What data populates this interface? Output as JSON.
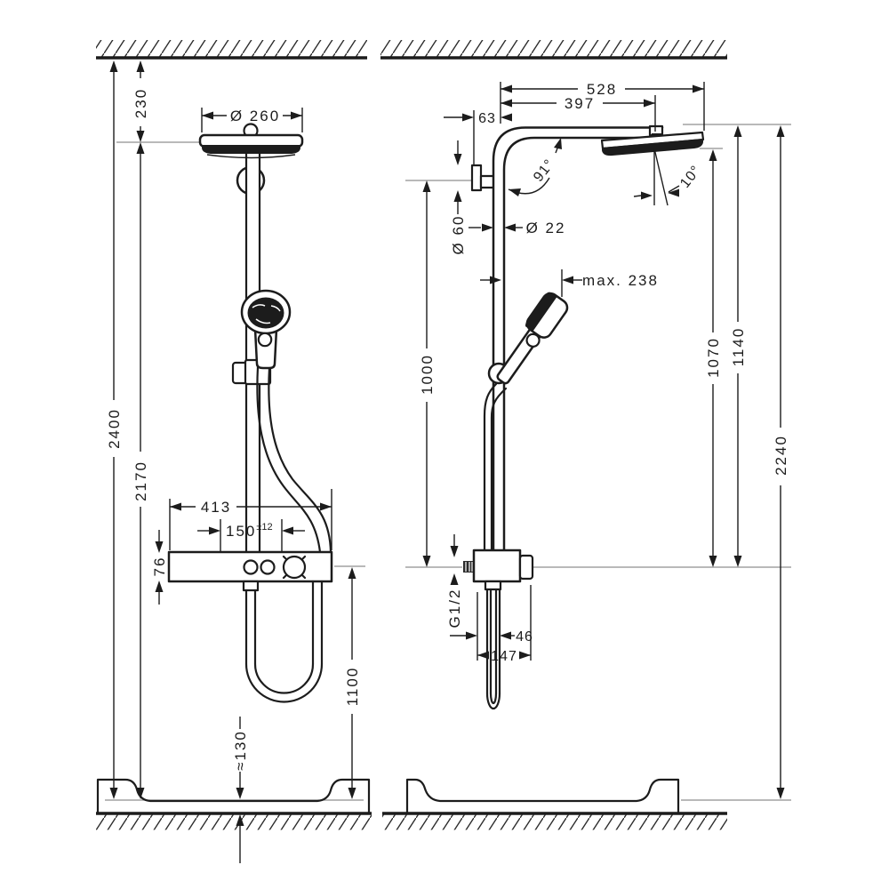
{
  "colors": {
    "line": "#1c1c1c",
    "reference_line": "#8f8f8f",
    "background": "#ffffff"
  },
  "front_view": {
    "ceiling_offset": "230",
    "head_diameter": "Ø 260",
    "total_height": "2400",
    "head_top_height": "2170",
    "tablet_width": "413",
    "connection_spacing": "150",
    "connection_spacing_tolerance": "±12",
    "tablet_height": "76",
    "hose_loop_height": "1100",
    "tub_height": "≈130"
  },
  "side_view": {
    "arm_reach_total": "528",
    "arm_reach_center": "397",
    "wall_offset": "63",
    "riser_angle": "91°",
    "head_tilt": "10°",
    "escutcheon_diameter": "Ø 60",
    "riser_diameter": "Ø 22",
    "handshower_reach": "max. 238",
    "holder_height": "1000",
    "head_bottom_height": "1070",
    "arm_top_height": "1140",
    "total_height": "2240",
    "connection_thread": "G1/2",
    "hose_offset": "46",
    "thermostat_depth": "147"
  }
}
